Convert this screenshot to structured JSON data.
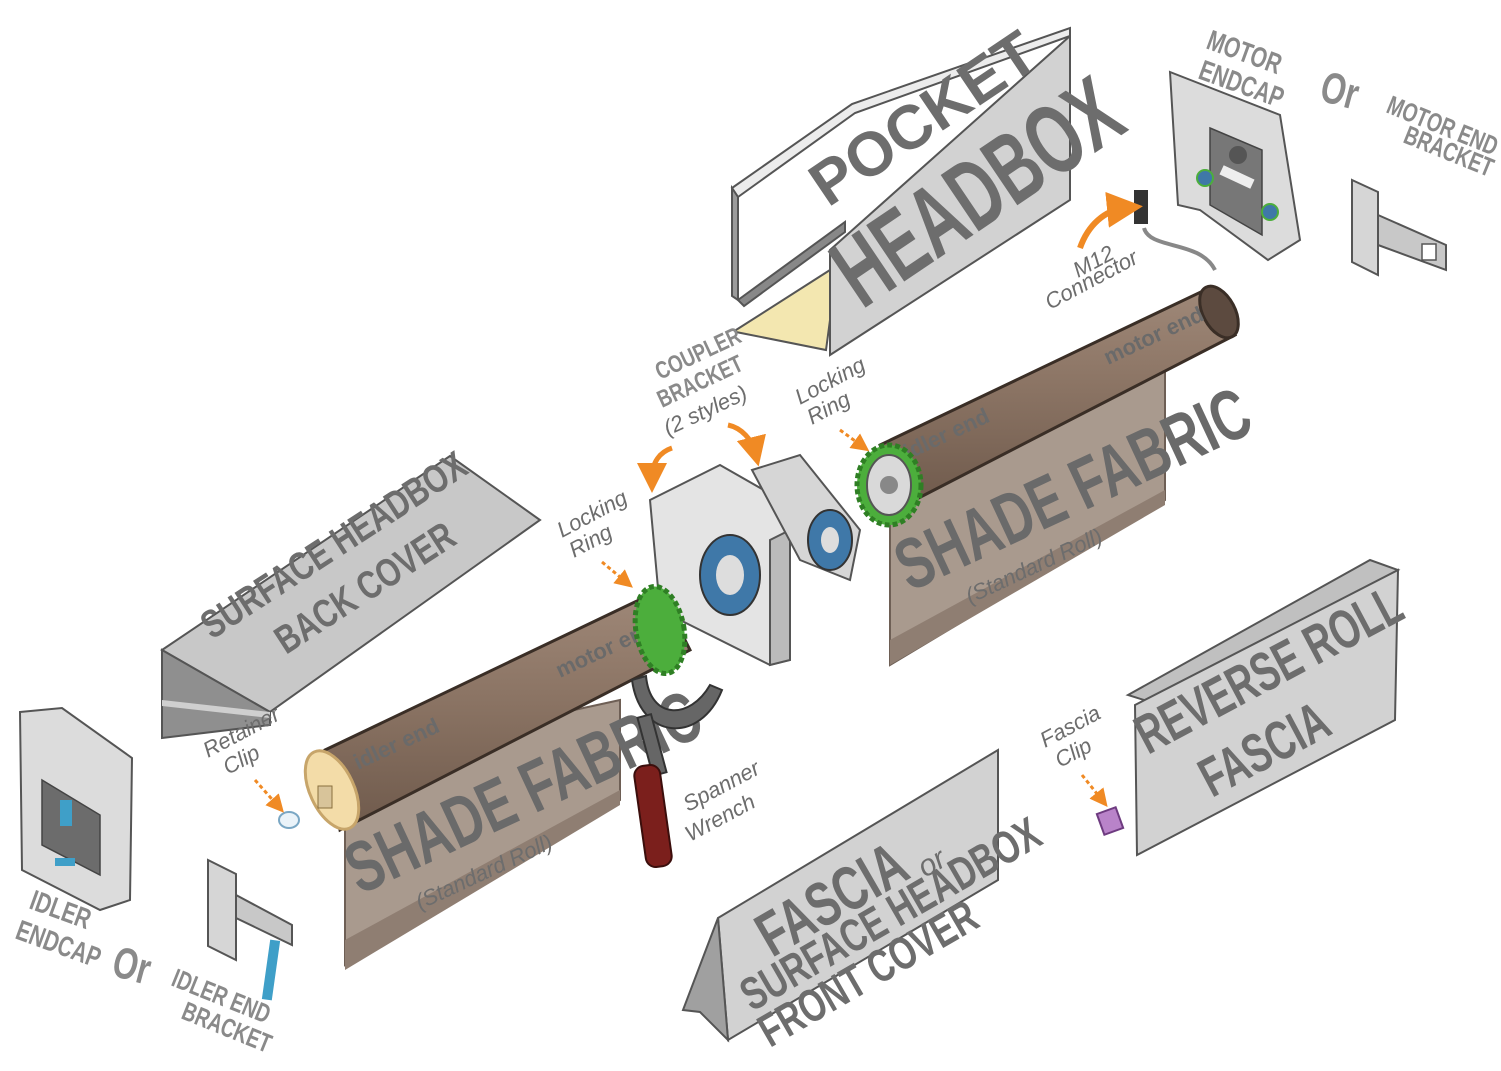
{
  "labels": {
    "pocket": "POCKET",
    "headbox": "HEADBOX",
    "motor_endcap_1": "MOTOR",
    "motor_endcap_2": "ENDCAP",
    "or_motor": "Or",
    "motor_end_bracket_1": "MOTOR END",
    "motor_end_bracket_2": "BRACKET",
    "m12_1": "M12",
    "m12_2": "Connector",
    "coupler_1": "COUPLER",
    "coupler_2": "BRACKET",
    "coupler_3": "(2 styles)",
    "locking_ring_1": "Locking",
    "locking_ring_2": "Ring",
    "surface_back_1": "SURFACE HEADBOX",
    "surface_back_2": "BACK COVER",
    "retainer_1": "Retainer",
    "retainer_2": "Clip",
    "idler_endcap_1": "IDLER",
    "idler_endcap_2": "ENDCAP",
    "or_idler": "Or",
    "idler_end_bracket_1": "IDLER END",
    "idler_end_bracket_2": "BRACKET",
    "spanner_1": "Spanner",
    "spanner_2": "Wrench",
    "fascia_1": "FASCIA",
    "fascia_or": "or",
    "fascia_2": "SURFACE HEADBOX",
    "fascia_3": "FRONT COVER",
    "fascia_clip_1": "Fascia",
    "fascia_clip_2": "Clip",
    "reverse_1": "REVERSE ROLL",
    "reverse_2": "FASCIA",
    "idler_end": "idler end",
    "motor_end": "motor end",
    "shade_fabric": "SHADE FABRIC",
    "standard_roll": "(Standard Roll)"
  },
  "colors": {
    "tube": "#8b7464",
    "fabric": "#a99a8e",
    "panel": "#d2d2d2",
    "arrow": "#f08a24",
    "ring": "#4cae3c",
    "handle": "#7b1f1c",
    "bearing": "#3f78a8"
  }
}
